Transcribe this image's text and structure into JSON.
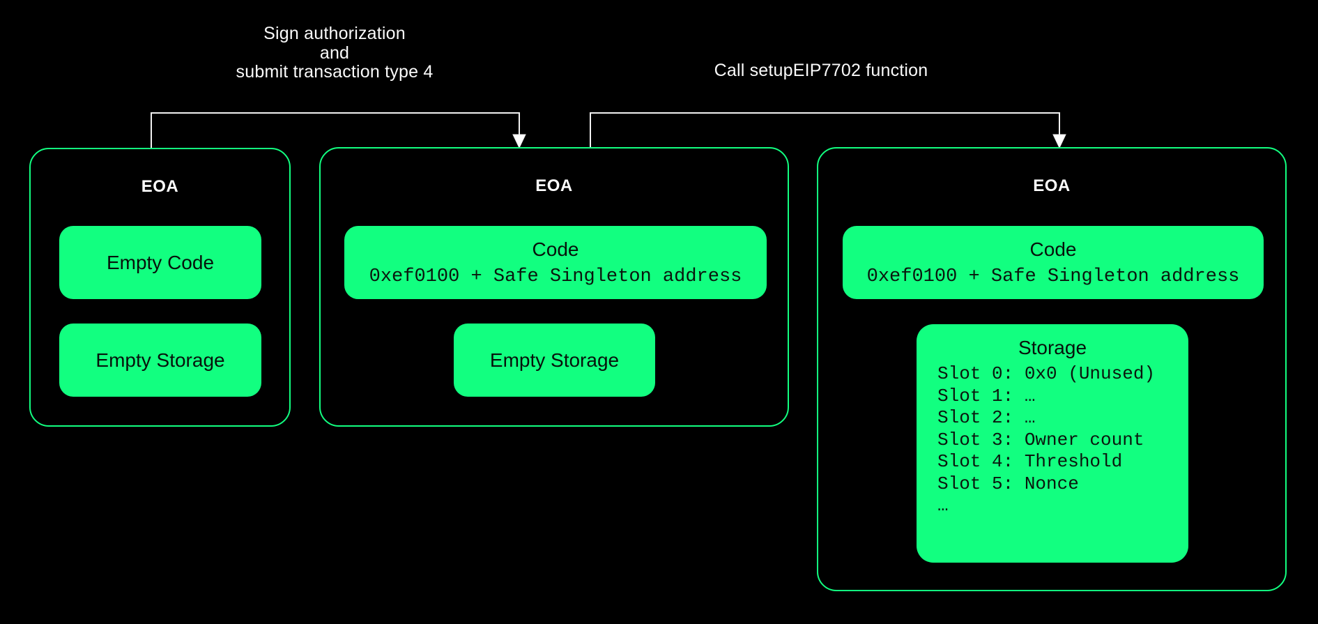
{
  "colors": {
    "background": "#000000",
    "accent_green": "#12FF80",
    "arrow_line": "#F2F2F2",
    "arrowhead_fill": "#FFFFFF",
    "box_title_text": "#FFFFFF",
    "chip_text": "#07120B"
  },
  "arrow_labels": {
    "sign_submit": {
      "lines": [
        "Sign authorization",
        "and",
        "submit transaction type 4"
      ]
    },
    "call_setup": {
      "lines": [
        "Call setupEIP7702 function"
      ]
    }
  },
  "nodes": {
    "left": {
      "title": "EOA",
      "chip1": {
        "title": "Empty Code"
      },
      "chip2": {
        "title": "Empty Storage"
      }
    },
    "middle": {
      "title": "EOA",
      "chip1": {
        "title": "Code",
        "subtitle": "0xef0100 + Safe Singleton address"
      },
      "chip2": {
        "title": "Empty Storage"
      }
    },
    "right": {
      "title": "EOA",
      "chip1": {
        "title": "Code",
        "subtitle": "0xef0100 + Safe Singleton address"
      },
      "chip2": {
        "title": "Storage",
        "slots": [
          "Slot 0: 0x0 (Unused)",
          "Slot 1: …",
          "Slot 2: …",
          "Slot 3: Owner count",
          "Slot 4: Threshold",
          "Slot 5: Nonce",
          "…"
        ]
      }
    }
  }
}
